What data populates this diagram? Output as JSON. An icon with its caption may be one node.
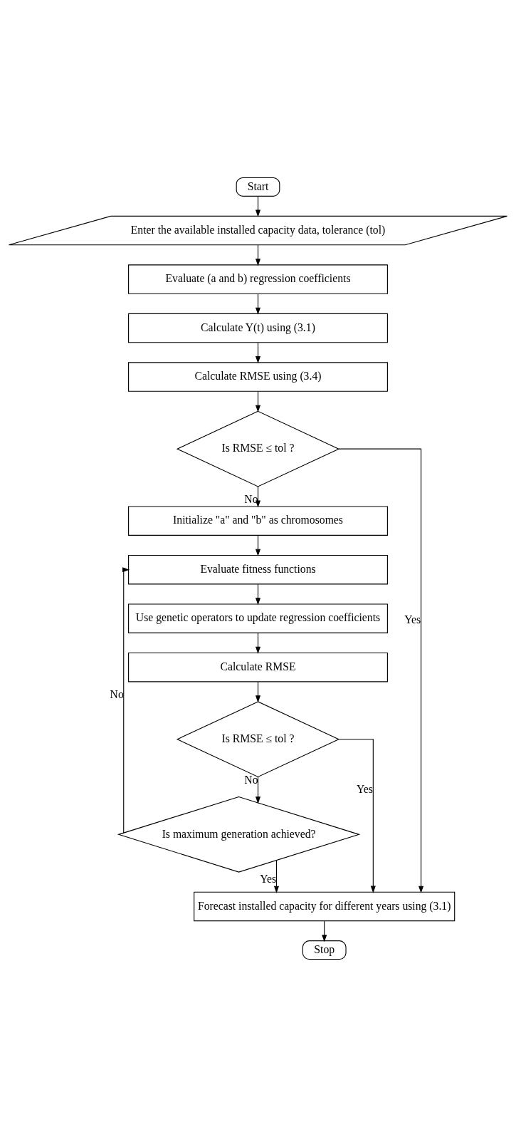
{
  "diagram": {
    "nodes": [
      {
        "text": [
          "Start"
        ]
      },
      {
        "text": [
          "Enter the available installed capacity data, tolerance (tol)"
        ]
      },
      {
        "text": [
          "Evaluate (a and b) regression coefficients"
        ]
      },
      {
        "text": [
          "Calculate Y(t) using (3.1)"
        ]
      },
      {
        "text": [
          "Calculate RMSE using (3.4)"
        ]
      },
      {
        "text": [
          "Is RMSE ≤ tol ?"
        ]
      },
      {
        "text": [
          "Initialize \"a\" and \"b\" as chromosomes"
        ]
      },
      {
        "text": [
          "Evaluate fitness functions"
        ]
      },
      {
        "text": [
          "Use genetic operators to update regression coefficients"
        ]
      },
      {
        "text": [
          "Calculate RMSE"
        ]
      },
      {
        "text": [
          "Is RMSE ≤ tol ?"
        ]
      },
      {
        "text": [
          "Is maximum generation achieved?"
        ]
      },
      {
        "text": [
          "Forecast installed capacity for different years using (3.1)"
        ]
      },
      {
        "text": [
          "Stop"
        ]
      }
    ],
    "edges": [
      {
        "from": 0,
        "to": 1,
        "arrow": "to"
      },
      {
        "from": 1,
        "to": 2,
        "arrow": "to"
      },
      {
        "from": 2,
        "to": 3,
        "arrow": "to"
      },
      {
        "from": 3,
        "to": 4,
        "arrow": "to"
      },
      {
        "from": 4,
        "to": 5,
        "arrow": "to"
      },
      {
        "from": 5,
        "to": 12,
        "arrow": "to",
        "label": "Yes"
      },
      {
        "from": 5,
        "to": 6,
        "arrow": "to",
        "label": "No"
      },
      {
        "from": 6,
        "to": 7,
        "arrow": "to"
      },
      {
        "from": 7,
        "to": 8,
        "arrow": "to"
      },
      {
        "from": 8,
        "to": 9,
        "arrow": "to"
      },
      {
        "from": 9,
        "to": 10,
        "arrow": "to"
      },
      {
        "from": 10,
        "to": 12,
        "arrow": "to",
        "label": "Yes"
      },
      {
        "from": 10,
        "to": 11,
        "arrow": "to",
        "label": "No"
      },
      {
        "from": 11,
        "to": 7,
        "arrow": "to",
        "label": "No"
      },
      {
        "from": 11,
        "to": 12,
        "arrow": "to",
        "label": "Yes"
      },
      {
        "from": 12,
        "to": 13,
        "arrow": "to"
      }
    ]
  }
}
